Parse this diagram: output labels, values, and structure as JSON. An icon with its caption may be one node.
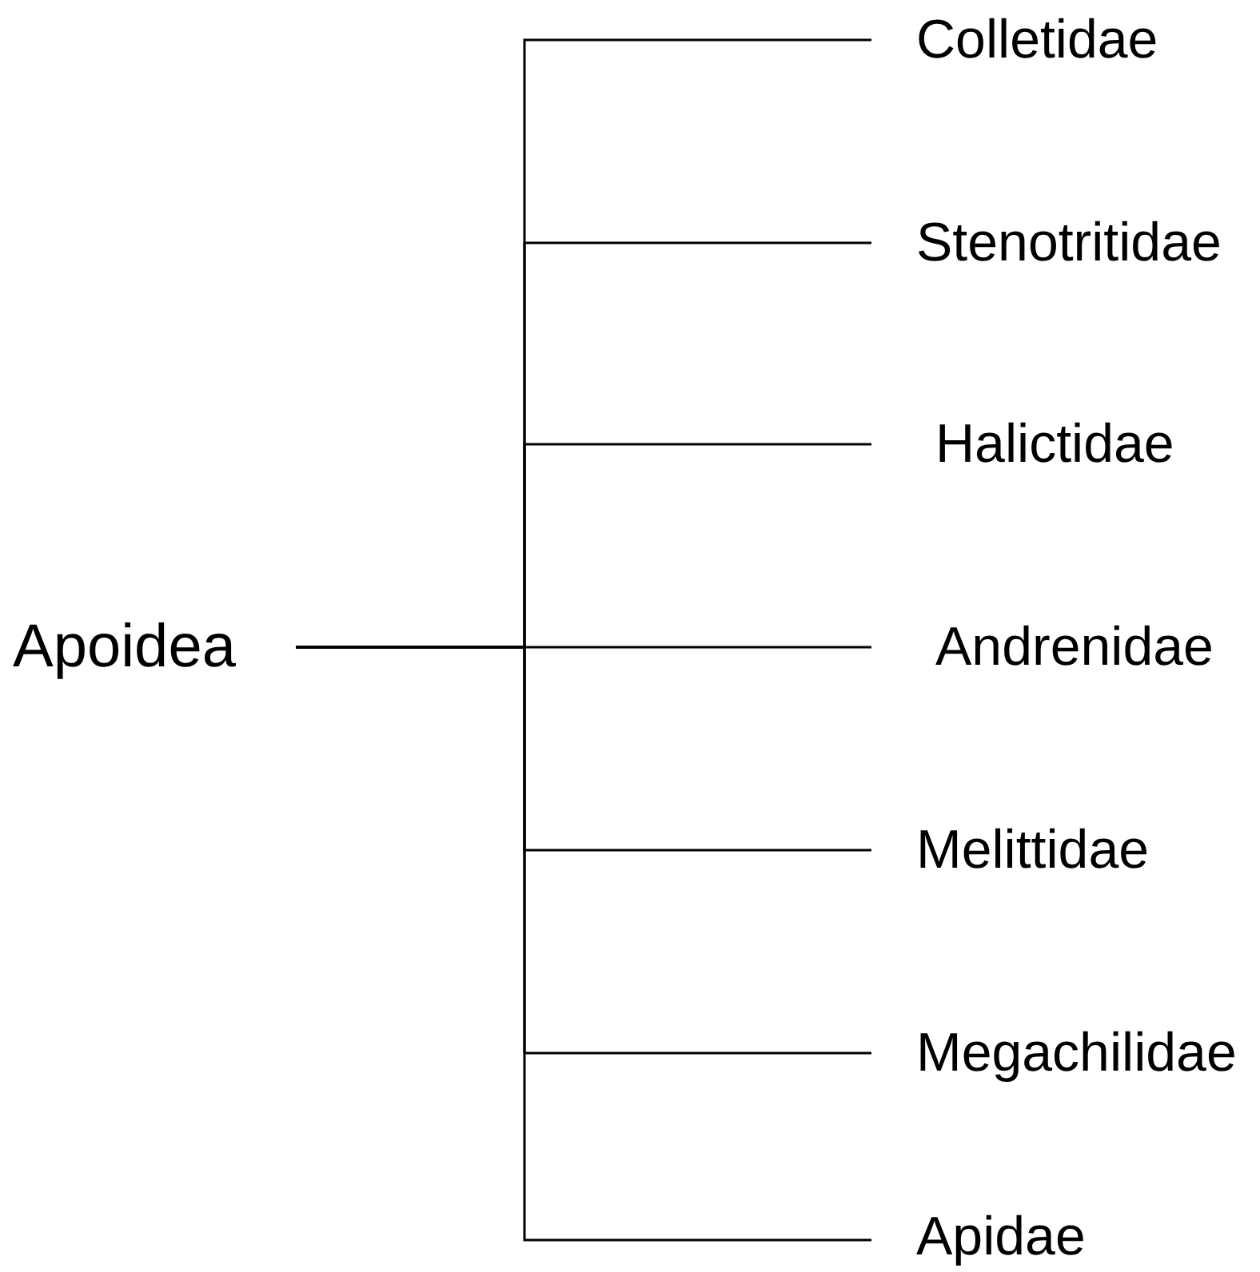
{
  "diagram": {
    "nodes": [
      {
        "text": [
          "Apoidea"
        ]
      },
      {
        "text": [
          "Colletidae"
        ]
      },
      {
        "text": [
          "Stenotritidae"
        ]
      },
      {
        "text": [
          "Halictidae"
        ]
      },
      {
        "text": [
          "Andrenidae"
        ]
      },
      {
        "text": [
          "Melittidae"
        ]
      },
      {
        "text": [
          "Megachilidae"
        ]
      },
      {
        "text": [
          "Apidae"
        ]
      }
    ],
    "edges": [
      {
        "from": 0,
        "to": 1,
        "arrow": "none"
      },
      {
        "from": 0,
        "to": 2,
        "arrow": "none"
      },
      {
        "from": 0,
        "to": 3,
        "arrow": "none"
      },
      {
        "from": 0,
        "to": 4,
        "arrow": "none"
      },
      {
        "from": 0,
        "to": 5,
        "arrow": "none"
      },
      {
        "from": 0,
        "to": 6,
        "arrow": "none"
      },
      {
        "from": 0,
        "to": 7,
        "arrow": "none"
      }
    ]
  }
}
